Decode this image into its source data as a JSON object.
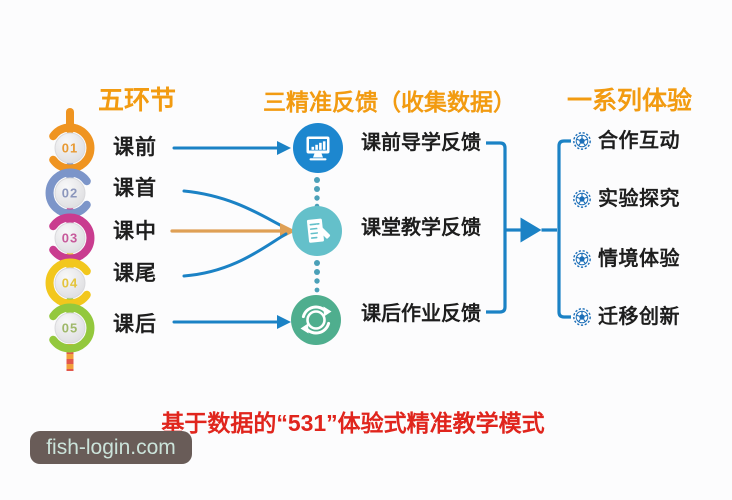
{
  "headers": {
    "left": "五环节",
    "middle": "三精准反馈（收集数据）",
    "right": "一系列体验"
  },
  "left_column": {
    "items": [
      {
        "num": "01",
        "label": "课前"
      },
      {
        "num": "02",
        "label": "课首"
      },
      {
        "num": "03",
        "label": "课中"
      },
      {
        "num": "04",
        "label": "课尾"
      },
      {
        "num": "05",
        "label": "课后"
      }
    ]
  },
  "middle_column": {
    "items": [
      {
        "icon": "monitor-chart-icon",
        "label": "课前导学反馈"
      },
      {
        "icon": "document-pencil-icon",
        "label": "课堂教学反馈"
      },
      {
        "icon": "cycle-arrows-icon",
        "label": "课后作业反馈"
      }
    ]
  },
  "right_column": {
    "items": [
      {
        "icon": "soccer-ball-icon",
        "label": "合作互动"
      },
      {
        "icon": "soccer-ball-icon",
        "label": "实验探究"
      },
      {
        "icon": "soccer-ball-icon",
        "label": "情境体验"
      },
      {
        "icon": "soccer-ball-icon",
        "label": "迁移创新"
      }
    ]
  },
  "footer": {
    "title": "基于数据的“531”体验式精准教学模式"
  },
  "watermark": {
    "text": "fish-login.com"
  },
  "colors": {
    "background": "#FCFCFD",
    "accent_orange": "#F29B11",
    "title_red": "#E0251D",
    "text_dark": "#1E1E1E",
    "line_blue": "#1B82C5",
    "arrow_orange": "#DFA055",
    "link_orange": "#EF9421",
    "link_blue": "#7C95C9",
    "link_magenta": "#C93C8F",
    "link_yellow": "#F2C71D",
    "link_green": "#93C83D",
    "num_orange": "#E89A34",
    "num_blue": "#8B96BC",
    "num_magenta": "#C75A9B",
    "num_yellow": "#E4C43C",
    "num_green": "#9FB86A",
    "icon_blue": "#1D87CF",
    "icon_teal": "#64C0CA",
    "icon_green": "#4FAE8E",
    "dot_teal": "#4BA0B8",
    "mini_blue": "#1D6FB8",
    "tail_red": "#E2574C",
    "tail_orange": "#F2A03C",
    "watermark_bg": "#695C58",
    "watermark_text": "#CBE3DA"
  }
}
